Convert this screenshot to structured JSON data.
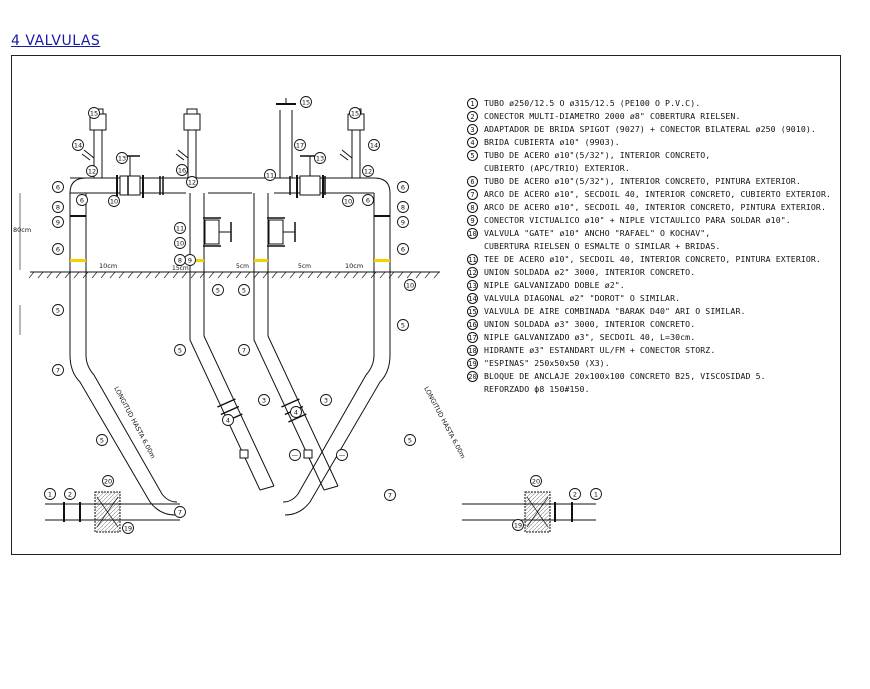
{
  "title": "4  VALVULAS",
  "legend": [
    {
      "n": "1",
      "lines": [
        "TUBO ø250/12.5 O ø315/12.5 (PE100 O P.V.C)."
      ]
    },
    {
      "n": "2",
      "lines": [
        "CONECTOR MULTI-DIAMETRO 2000 ø8\" COBERTURA RIELSEN."
      ]
    },
    {
      "n": "3",
      "lines": [
        "ADAPTADOR DE BRIDA SPIGOT (9027) + CONECTOR BILATERAL ø250 (9010)."
      ]
    },
    {
      "n": "4",
      "lines": [
        "BRIDA CUBIERTA ø10\" (9903)."
      ]
    },
    {
      "n": "5",
      "lines": [
        "TUBO DE ACERO ø10\"(5/32\"), INTERIOR CONCRETO,",
        "CUBIERTO (APC/TRIO) EXTERIOR."
      ]
    },
    {
      "n": "6",
      "lines": [
        "TUBO DE ACERO ø10\"(5/32\"), INTERIOR CONCRETO, PINTURA EXTERIOR."
      ]
    },
    {
      "n": "7",
      "lines": [
        "ARCO DE ACERO ø10\", SECDOIL 40, INTERIOR CONCRETO, CUBIERTO EXTERIOR."
      ]
    },
    {
      "n": "8",
      "lines": [
        "ARCO DE ACERO ø10\", SECDOIL 40, INTERIOR CONCRETO, PINTURA EXTERIOR."
      ]
    },
    {
      "n": "9",
      "lines": [
        "CONECTOR VICTUALICO ø10\" + NIPLE VICTAULICO PARA SOLDAR ø10\"."
      ]
    },
    {
      "n": "10",
      "lines": [
        "VALVULA \"GATE\" ø10\" ANCHO \"RAFAEL\" O KOCHAV\",",
        "CUBERTURA RIELSEN O ESMALTE O SIMILAR + BRIDAS."
      ]
    },
    {
      "n": "11",
      "lines": [
        "TEE DE ACERO ø10\", SECDOIL 40, INTERIOR CONCRETO, PINTURA EXTERIOR."
      ]
    },
    {
      "n": "12",
      "lines": [
        "UNION SOLDADA ø2\" 3000, INTERIOR CONCRETO."
      ]
    },
    {
      "n": "13",
      "lines": [
        "NIPLE GALVANIZADO DOBLE ø2\"."
      ]
    },
    {
      "n": "14",
      "lines": [
        "VALVULA DIAGONAL ø2\" \"DOROT\" O SIMILAR."
      ]
    },
    {
      "n": "15",
      "lines": [
        "VALVULA DE AIRE COMBINADA \"BARAK D40\" ARI O SIMILAR."
      ]
    },
    {
      "n": "16",
      "lines": [
        "UNION SOLDADA ø3\" 3000, INTERIOR CONCRETO."
      ]
    },
    {
      "n": "17",
      "lines": [
        "NIPLE GALVANIZADO ø3\", SECDOIL 40, L=30cm."
      ]
    },
    {
      "n": "18",
      "lines": [
        "HIDRANTE ø3\" ESTANDART UL/FM + CONECTOR STORZ."
      ]
    },
    {
      "n": "19",
      "lines": [
        "\"ESPINAS\" 250x50x50 (X3)."
      ]
    },
    {
      "n": "20",
      "lines": [
        "BLOQUE DE ANCLAJE 20x100x100 CONCRETO B25, VISCOSIDAD 5.",
        "REFORZADO ф8 150#150."
      ]
    }
  ],
  "dimensions": {
    "height_80": "80cm",
    "gap_10": "10cm",
    "gap_15": "15cm",
    "gap_5": "5cm",
    "length_label": "LONGITUD HASTA 6.00m"
  },
  "callouts": {
    "left_leg": [
      "15",
      "14",
      "13",
      "12",
      "6",
      "10",
      "8",
      "6",
      "9",
      "6",
      "5",
      "7",
      "5",
      "7",
      "2",
      "1",
      "20",
      "19"
    ],
    "right_leg": [
      "15",
      "14",
      "13",
      "12",
      "6",
      "10",
      "8",
      "6",
      "9",
      "6",
      "10",
      "5",
      "5",
      "7",
      "2",
      "1",
      "20",
      "19"
    ],
    "center": [
      "15",
      "17",
      "16",
      "11",
      "10",
      "9",
      "5",
      "7",
      "4",
      "3",
      "5"
    ]
  },
  "colors": {
    "ink": "#111111",
    "title": "#1a1aa6",
    "yellow": "#f2d200",
    "concrete": "#d8d8d8"
  }
}
